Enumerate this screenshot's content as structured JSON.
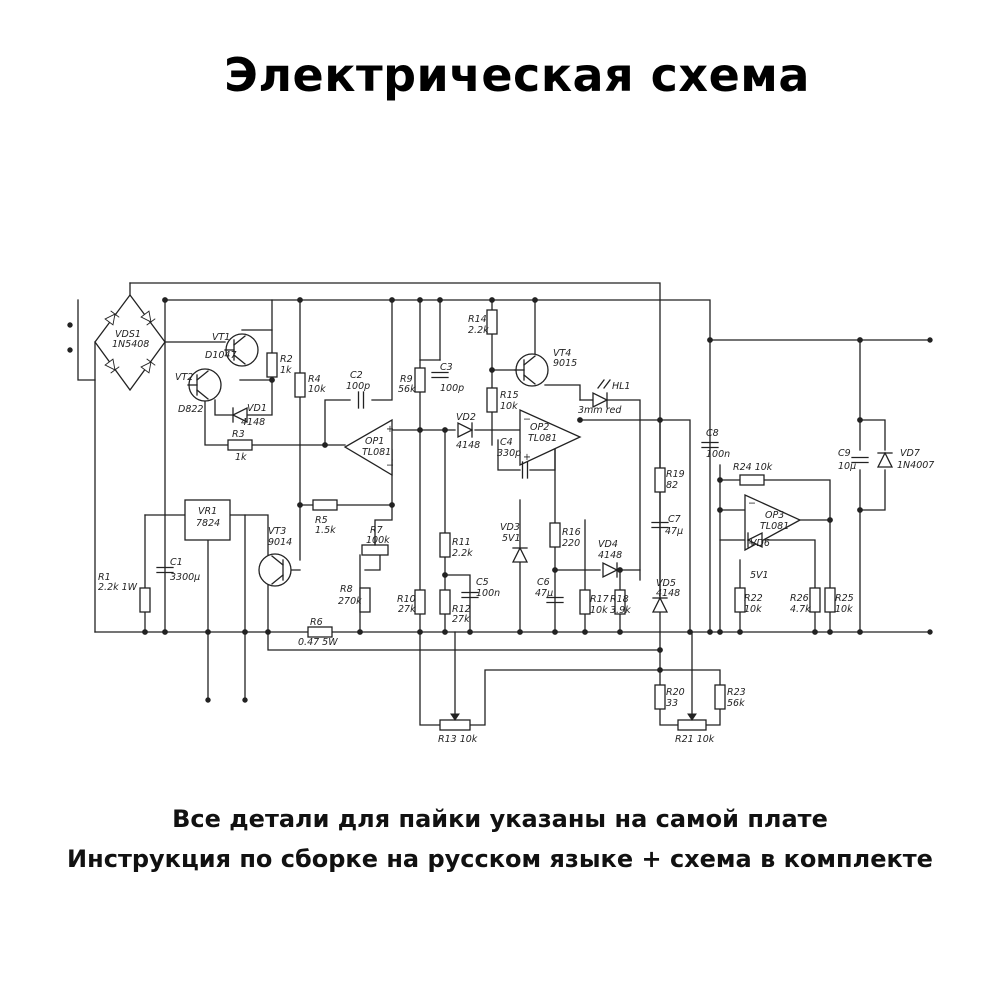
{
  "title": "Электрическая схема",
  "caption_lines": [
    "Все детали для пайки указаны на самой плате",
    "Инструкция по сборке на русском языке + схема в комплекте"
  ],
  "components": {
    "vds1": [
      "VDS1",
      "1N5408"
    ],
    "vt1": [
      "VT1",
      "D1047"
    ],
    "vt2": [
      "VT2",
      "D822"
    ],
    "vt3": [
      "VT3",
      "9014"
    ],
    "vt4": [
      "VT4",
      "9015"
    ],
    "vd1": [
      "VD1",
      "4148"
    ],
    "vd2": [
      "VD2",
      "4148"
    ],
    "vd3": [
      "VD3",
      "5V1"
    ],
    "vd4": [
      "VD4",
      "4148"
    ],
    "vd5": [
      "VD5",
      "4148"
    ],
    "vd6": [
      "VD6",
      "5V1"
    ],
    "vd7": [
      "VD7",
      "1N4007"
    ],
    "hl1": [
      "HL1",
      "3mm red"
    ],
    "vr1": [
      "VR1",
      "7824"
    ],
    "op1": [
      "OP1",
      "TL081"
    ],
    "op2": [
      "OP2",
      "TL081"
    ],
    "op3": [
      "OP3",
      "TL081"
    ],
    "r1": [
      "R1",
      "2.2k 1W"
    ],
    "r2": [
      "R2",
      "1k"
    ],
    "r3": [
      "R3",
      "1k"
    ],
    "r4": [
      "R4",
      "10k"
    ],
    "r5": [
      "R5",
      "1.5k"
    ],
    "r6": [
      "R6",
      "0.47 5W"
    ],
    "r7": [
      "R7",
      "100k"
    ],
    "r8": [
      "R8",
      "270k"
    ],
    "r9": [
      "R9",
      "56k"
    ],
    "r10": [
      "R10",
      "27k"
    ],
    "r11": [
      "R11",
      "2.2k"
    ],
    "r12": [
      "R12",
      "27k"
    ],
    "r13": [
      "R13 10k"
    ],
    "r14": [
      "R14",
      "2.2k"
    ],
    "r15": [
      "R15",
      "10k"
    ],
    "r16": [
      "R16",
      "220"
    ],
    "r17": [
      "R17",
      "10k"
    ],
    "r18": [
      "R18",
      "3.9k"
    ],
    "r19": [
      "R19",
      "82"
    ],
    "r20": [
      "R20",
      "33"
    ],
    "r21": [
      "R21 10k"
    ],
    "r22": [
      "R22",
      "10k"
    ],
    "r23": [
      "R23",
      "56k"
    ],
    "r24": [
      "R24  10k"
    ],
    "r25": [
      "R25",
      "10k"
    ],
    "r26": [
      "R26",
      "4.7k"
    ],
    "c1": [
      "C1",
      "3300µ"
    ],
    "c2": [
      "C2",
      "100p"
    ],
    "c3": [
      "C3",
      "100p"
    ],
    "c4": [
      "C4",
      "330p"
    ],
    "c5": [
      "C5",
      "100n"
    ],
    "c6": [
      "C6",
      "47µ"
    ],
    "c7": [
      "C7",
      "47µ"
    ],
    "c8": [
      "C8",
      "100n"
    ],
    "c9": [
      "C9",
      "10µ"
    ]
  }
}
